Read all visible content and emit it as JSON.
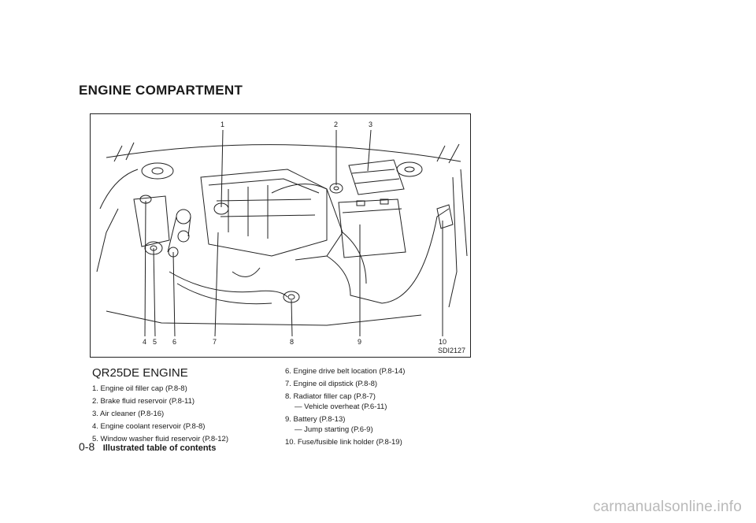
{
  "page": {
    "section_title": "ENGINE COMPARTMENT",
    "figure_code": "SDI2127",
    "callouts": [
      "1",
      "2",
      "3",
      "4",
      "5",
      "6",
      "7",
      "8",
      "9",
      "10"
    ],
    "engine_title": "QR25DE ENGINE",
    "items_left": [
      {
        "text": "1. Engine oil filler cap (P.8-8)"
      },
      {
        "text": "2. Brake fluid reservoir (P.8-11)"
      },
      {
        "text": "3. Air cleaner (P.8-16)"
      },
      {
        "text": "4. Engine coolant reservoir (P.8-8)"
      },
      {
        "text": "5. Window washer fluid reservoir (P.8-12)"
      }
    ],
    "items_right": [
      {
        "text": "6. Engine drive belt location (P.8-14)",
        "sub": ""
      },
      {
        "text": "7. Engine oil dipstick (P.8-8)",
        "sub": ""
      },
      {
        "text": "8. Radiator filler cap (P.8-7)",
        "sub": "— Vehicle overheat (P.6-11)"
      },
      {
        "text": "9. Battery (P.8-13)",
        "sub": "— Jump starting (P.6-9)"
      },
      {
        "text": "10. Fuse/fusible link holder (P.8-19)",
        "sub": ""
      }
    ],
    "footer": {
      "page_number": "0-8",
      "title": "Illustrated table of contents"
    },
    "watermark": "carmanualsonline.info"
  }
}
